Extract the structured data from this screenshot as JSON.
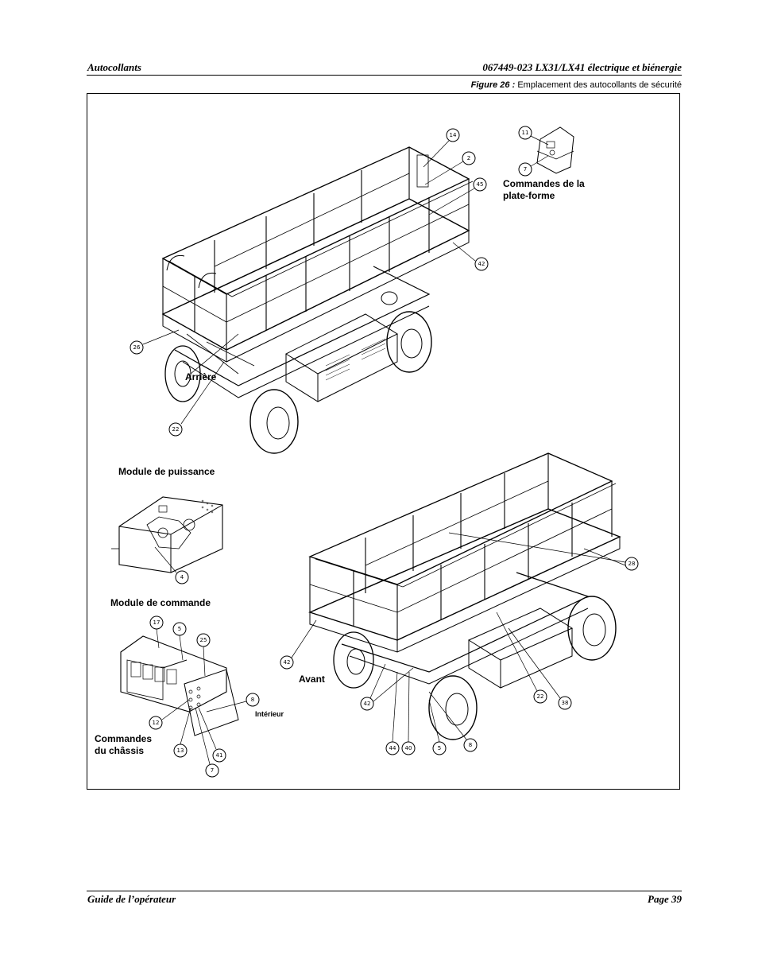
{
  "header": {
    "section": "Autocollants",
    "document": "067449-023 LX31/LX41 électrique et biénergie"
  },
  "figure": {
    "number": "Figure 26 :",
    "caption": "Emplacement des autocollants de sécurité"
  },
  "labels": {
    "platform_controls_1": "Commandes de la",
    "platform_controls_2": "plate-forme",
    "rear": "Arrière",
    "power_module": "Module de puissance",
    "control_module": "Module de commande",
    "front": "Avant",
    "interior": "Intérieur",
    "chassis_controls_1": "Commandes",
    "chassis_controls_2": "du châssis"
  },
  "callouts": {
    "c14": "14",
    "c2": "2",
    "c45": "45",
    "c42a": "42",
    "c26": "26",
    "c22a": "22",
    "c11": "11",
    "c7a": "7",
    "c4": "4",
    "c17": "17",
    "c5a": "5",
    "c25": "25",
    "c8a": "8",
    "c12": "12",
    "c13": "13",
    "c41": "41",
    "c7b": "7",
    "c28": "28",
    "c42b": "42",
    "c42c": "42",
    "c44": "44",
    "c40": "40",
    "c5b": "5",
    "c8b": "8",
    "c22b": "22",
    "c38": "38"
  },
  "footer": {
    "guide": "Guide de l’opérateur",
    "page": "Page 39"
  }
}
